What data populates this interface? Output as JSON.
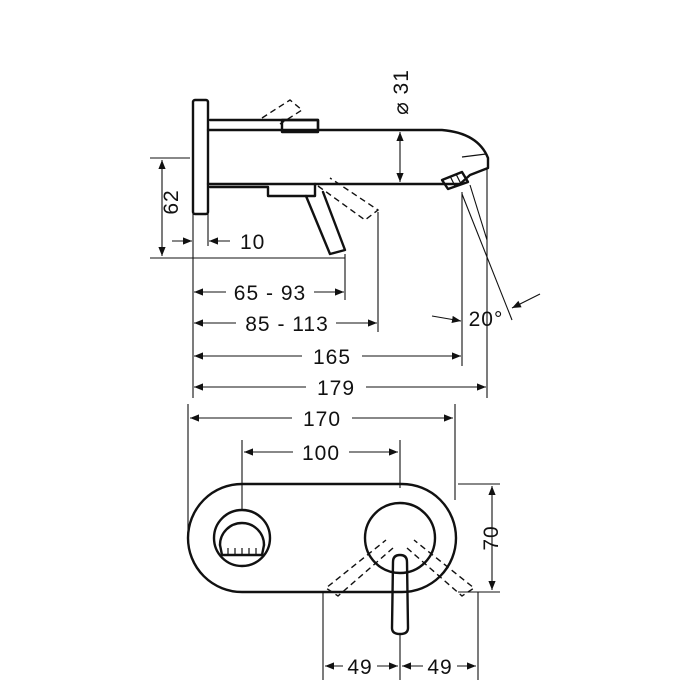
{
  "drawing": {
    "side_view": {
      "spout_diameter": "⌀ 31",
      "height": "62",
      "plate_thickness": "10",
      "lever_range_a": "65 - 93",
      "lever_range_b": "85 - 113",
      "spout_length_a": "165",
      "spout_length_b": "179",
      "spray_angle": "20°"
    },
    "front_view": {
      "plate_width": "170",
      "center_distance": "100",
      "plate_height": "70",
      "lever_left": "49",
      "lever_right": "49"
    }
  }
}
